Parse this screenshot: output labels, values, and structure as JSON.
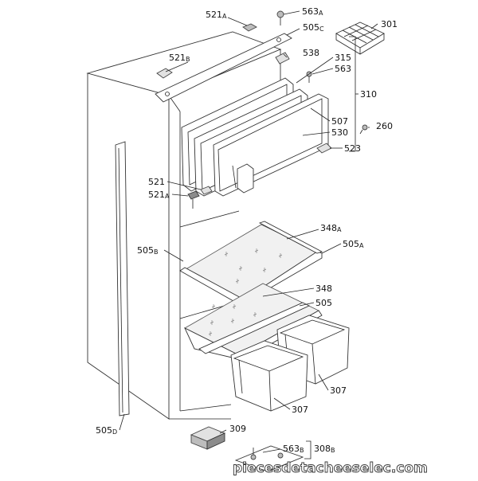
{
  "labels": {
    "l521A_top": {
      "main": "521",
      "sub": "A"
    },
    "l563A": {
      "main": "563",
      "sub": "A"
    },
    "l301": {
      "main": "301",
      "sub": ""
    },
    "l505C": {
      "main": "505",
      "sub": "C"
    },
    "l521B": {
      "main": "521",
      "sub": "B"
    },
    "l538": {
      "main": "538",
      "sub": ""
    },
    "l315": {
      "main": "315",
      "sub": ""
    },
    "l563": {
      "main": "563",
      "sub": ""
    },
    "l310": {
      "main": "310",
      "sub": ""
    },
    "l507": {
      "main": "507",
      "sub": ""
    },
    "l260": {
      "main": "260",
      "sub": ""
    },
    "l530": {
      "main": "530",
      "sub": ""
    },
    "l523": {
      "main": "523",
      "sub": ""
    },
    "l521": {
      "main": "521",
      "sub": ""
    },
    "l521A_mid": {
      "main": "521",
      "sub": "A"
    },
    "l348A": {
      "main": "348",
      "sub": "A"
    },
    "l505B": {
      "main": "505",
      "sub": "B"
    },
    "l505A": {
      "main": "505",
      "sub": "A"
    },
    "l348": {
      "main": "348",
      "sub": ""
    },
    "l505": {
      "main": "505",
      "sub": ""
    },
    "l307_right": {
      "main": "307",
      "sub": ""
    },
    "l307_left": {
      "main": "307",
      "sub": ""
    },
    "l505D": {
      "main": "505",
      "sub": "D"
    },
    "l309": {
      "main": "309",
      "sub": ""
    },
    "l563B": {
      "main": "563",
      "sub": "B"
    },
    "l308B": {
      "main": "308",
      "sub": "B"
    }
  },
  "watermark": {
    "text": "piecesdetacheeselec.com"
  }
}
